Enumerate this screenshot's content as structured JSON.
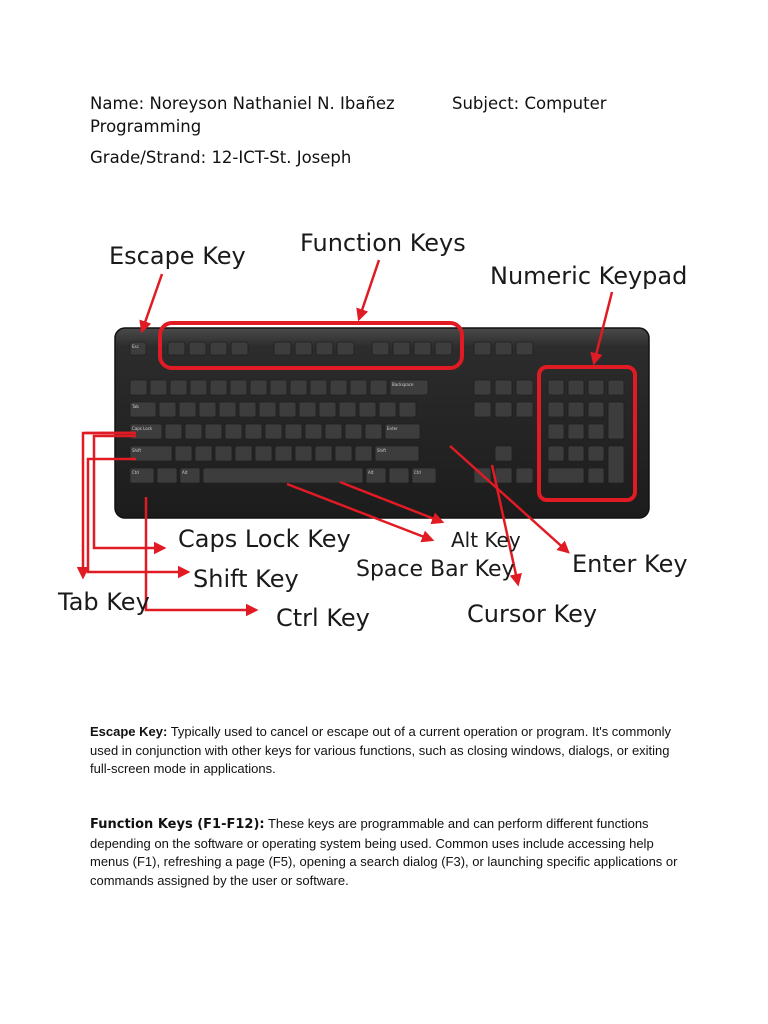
{
  "header": {
    "name": "Name: Noreyson Nathaniel N. Ibañez",
    "subject_label": "Subject: Computer",
    "subject_cont": "Programming",
    "grade": "Grade/Strand: 12-ICT-St. Joseph"
  },
  "diagram": {
    "callouts": {
      "escape": "Escape Key",
      "function": "Function Keys",
      "numeric": "Numeric Keypad",
      "caps": "Caps Lock Key",
      "alt": "Alt Key",
      "enter": "Enter Key",
      "shift": "Shift Key",
      "space": "Space Bar Key",
      "tab": "Tab Key",
      "ctrl": "Ctrl Key",
      "cursor": "Cursor Key"
    },
    "key_labels": {
      "esc": "Esc",
      "tab": "Tab",
      "caps": "Caps Lock",
      "shift": "Shift",
      "ctrl": "Ctrl",
      "alt": "Alt",
      "enter": "Enter",
      "backspace": "Backspace"
    },
    "colors": {
      "highlight": "#e01b24",
      "keyboard": "#2a2a2a"
    }
  },
  "definitions": [
    {
      "term": "Escape Key:",
      "text": " Typically used to cancel or escape out of a current operation or program. It's commonly used in conjunction with other keys for various functions, such as closing windows, dialogs, or exiting full-screen mode in applications."
    },
    {
      "term": "Function Keys (F1-F12):",
      "text": " These keys are programmable and can perform different functions depending on the software or operating system being used. Common uses include accessing help menus (F1), refreshing a page (F5), opening a search dialog (F3), or launching specific applications or commands assigned by the user or software."
    }
  ]
}
